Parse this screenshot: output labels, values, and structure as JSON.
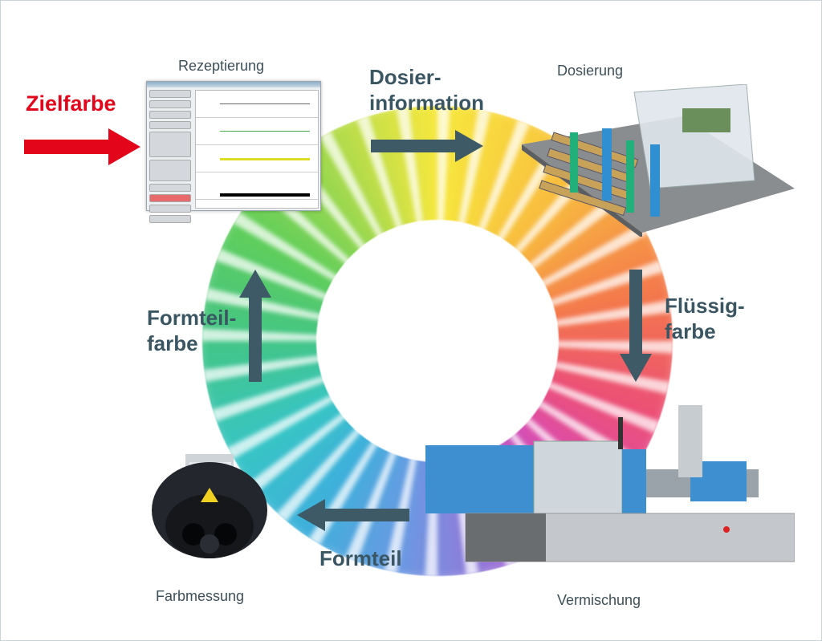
{
  "colors": {
    "arrow": "#3d5a66",
    "label": "#3b5663",
    "target": "#e3061b"
  },
  "target_label": "Zielfarbe",
  "stations": {
    "recipe": "Rezeptierung",
    "dosing": "Dosierung",
    "mixing": "Vermischung",
    "measurement": "Farbmessung"
  },
  "flows": {
    "dosing_info": [
      "Dosier-",
      "information"
    ],
    "liquid_color": [
      "Flüssig-",
      "farbe"
    ],
    "molded_part": "Formteil",
    "part_color": [
      "Formteil-",
      "farbe"
    ]
  }
}
